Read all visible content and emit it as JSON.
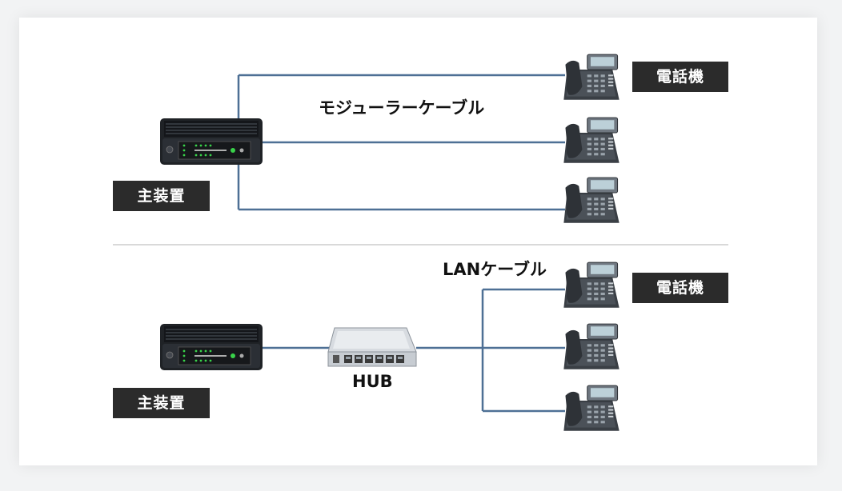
{
  "top": {
    "cable_label": "モジューラーケーブル",
    "pbx_label": "主装置",
    "phone_label": "電話機"
  },
  "bottom": {
    "cable_label": "LANケーブル",
    "pbx_label": "主装置",
    "phone_label": "電話機",
    "hub_label": "HUB"
  },
  "colors": {
    "cable": "#4e7095",
    "tag_bg": "#2b2b2b",
    "divider": "#d9d9d9"
  },
  "icons": {
    "pbx": "pbx-unit-icon",
    "phone": "desk-phone-icon",
    "hub": "network-hub-icon"
  }
}
